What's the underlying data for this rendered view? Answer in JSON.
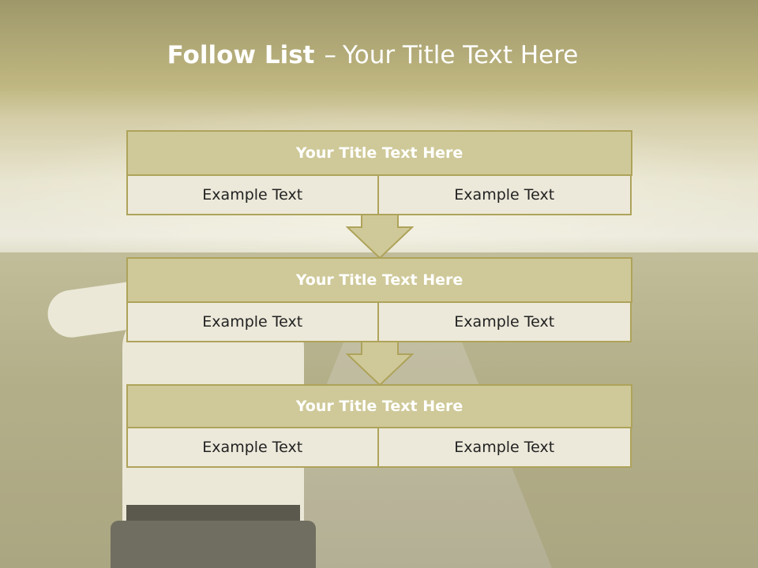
{
  "slide": {
    "title_bold": "Follow List",
    "title_sep": "–",
    "title_rest": "Your Title Text Here"
  },
  "blocks": [
    {
      "title": "Your Title Text Here",
      "cells": [
        "Example Text",
        "Example Text"
      ]
    },
    {
      "title": "Your Title Text Here",
      "cells": [
        "Example Text",
        "Example Text"
      ]
    },
    {
      "title": "Your Title Text Here",
      "cells": [
        "Example Text",
        "Example Text"
      ]
    }
  ],
  "colors": {
    "header_fill": "#cfc999",
    "border": "#aea35a",
    "cell_fill": "#ece9da",
    "arrow_fill": "#cfc999"
  }
}
